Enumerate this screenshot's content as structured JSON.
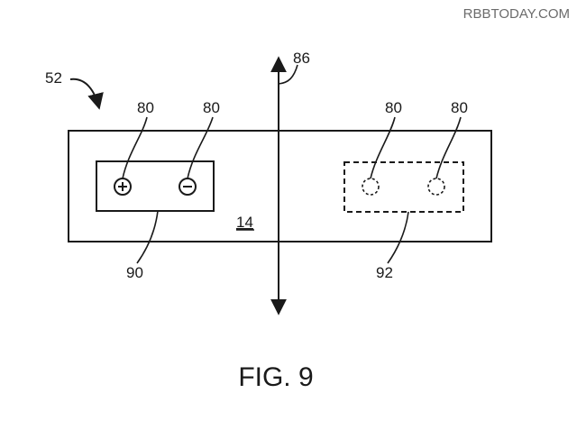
{
  "watermark": "RBBTODAY.COM",
  "figure_label": "FIG. 9",
  "labels": {
    "assembly": "52",
    "axis": "86",
    "surface": "14",
    "visible_contacts": "90",
    "hidden_contacts": "92",
    "contact_a": "80",
    "contact_b": "80",
    "contact_c": "80",
    "contact_d": "80"
  },
  "symbols": {
    "plus": "+",
    "minus": "−"
  }
}
